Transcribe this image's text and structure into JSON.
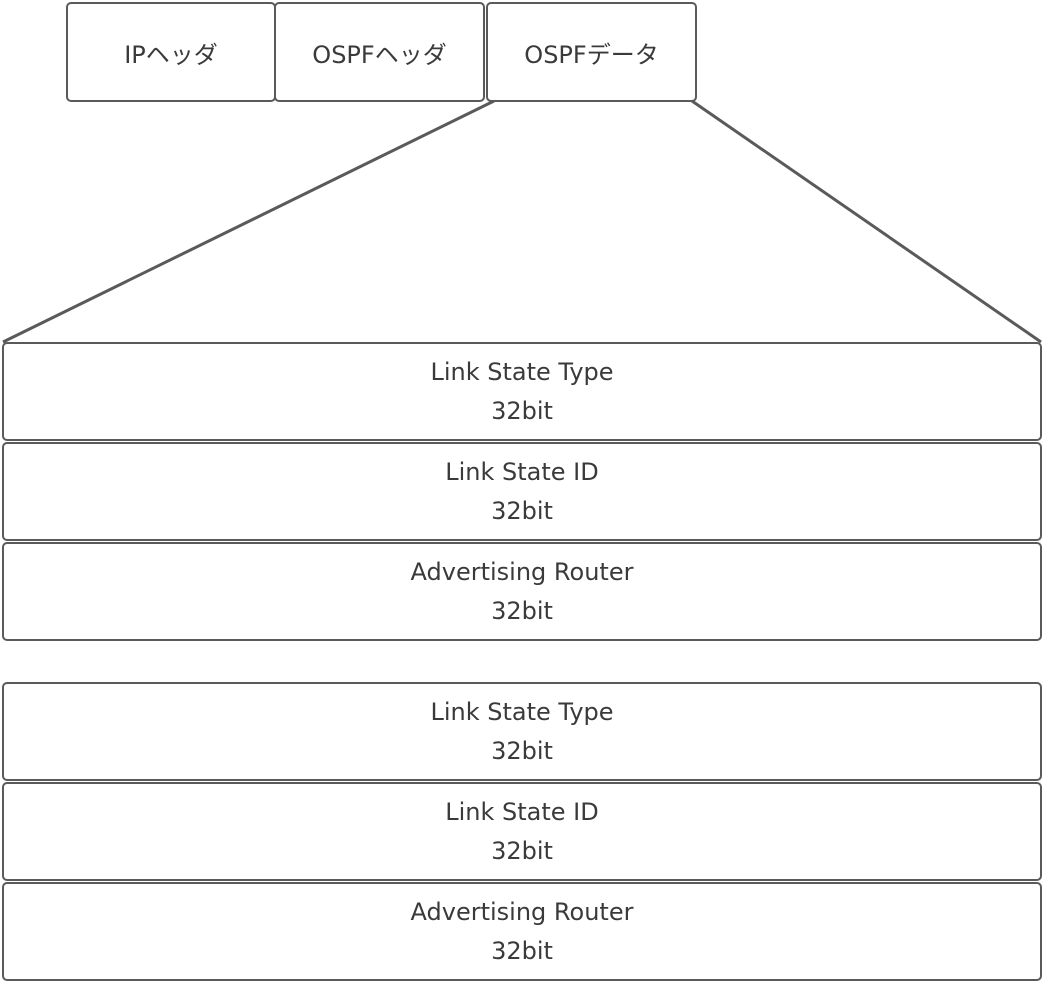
{
  "headers": [
    {
      "label": "IPヘッダ"
    },
    {
      "label": "OSPFヘッダ"
    },
    {
      "label": "OSPFデータ"
    }
  ],
  "groups": [
    {
      "fields": [
        {
          "name": "Link State Type",
          "size": "32bit"
        },
        {
          "name": "Link State ID",
          "size": "32bit"
        },
        {
          "name": "Advertising Router",
          "size": "32bit"
        }
      ]
    },
    {
      "fields": [
        {
          "name": "Link State Type",
          "size": "32bit"
        },
        {
          "name": "Link State ID",
          "size": "32bit"
        },
        {
          "name": "Advertising Router",
          "size": "32bit"
        }
      ]
    }
  ],
  "colors": {
    "stroke": "#5a5a5a",
    "text": "#3a3a3a",
    "background": "#ffffff"
  }
}
